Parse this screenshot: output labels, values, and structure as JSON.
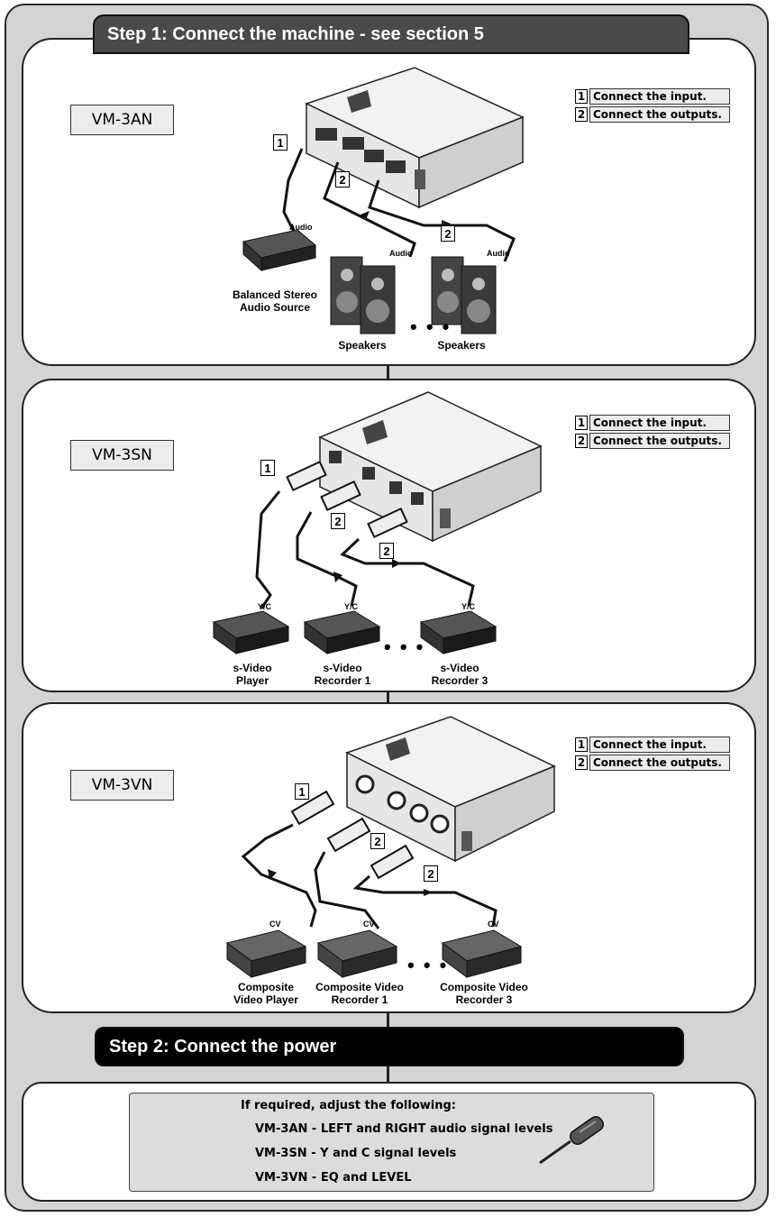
{
  "step1": {
    "title": "Step 1: Connect the machine - see section 5"
  },
  "step2": {
    "title": "Step 2: Connect the power"
  },
  "legend": {
    "item1": "Connect the input.",
    "item2": "Connect the outputs."
  },
  "tags": {
    "one": "1",
    "two": "2"
  },
  "ellipsis": "• • •",
  "vm3an": {
    "model": "VM-3AN",
    "cable": "Audio",
    "source": [
      "Balanced Stereo",
      "Audio Source"
    ],
    "speakers": "Speakers"
  },
  "vm3sn": {
    "model": "VM-3SN",
    "cable": "Y/C",
    "player": [
      "s-Video",
      "Player"
    ],
    "recorder1": [
      "s-Video",
      "Recorder 1"
    ],
    "recorder3": [
      "s-Video",
      "Recorder 3"
    ]
  },
  "vm3vn": {
    "model": "VM-3VN",
    "cable": "CV",
    "player": [
      "Composite",
      "Video Player"
    ],
    "recorder1": [
      "Composite Video",
      "Recorder 1"
    ],
    "recorder3": [
      "Composite Video",
      "Recorder 3"
    ]
  },
  "adjust": {
    "heading": "If required, adjust the following:",
    "lines": [
      "VM-3AN - LEFT and RIGHT audio signal levels",
      "VM-3SN - Y and C signal levels",
      "VM-3VN - EQ and LEVEL"
    ]
  },
  "icons": {
    "tool": "screwdriver-icon"
  }
}
